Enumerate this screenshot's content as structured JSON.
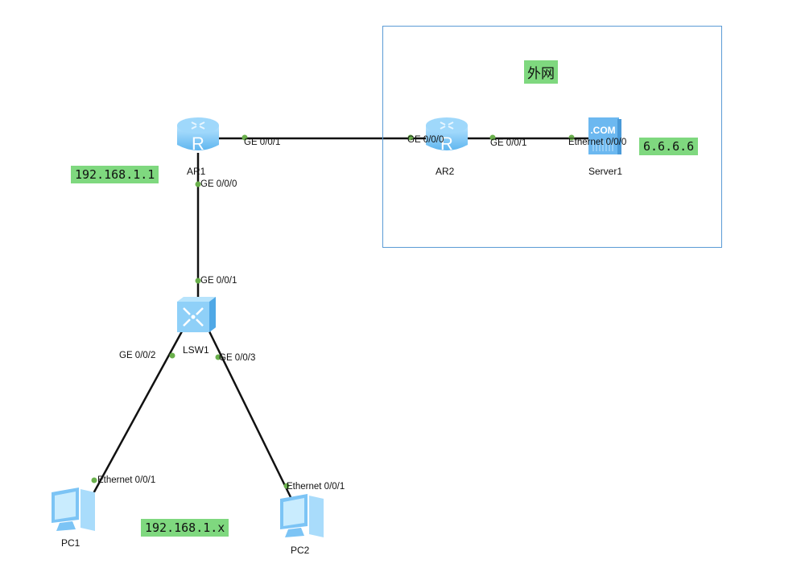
{
  "diagram": {
    "area": {
      "label": "外网",
      "border_color": "#5b9bd5"
    },
    "colors": {
      "note_bg": "#7fd87f",
      "link": "#111111",
      "port_dot": "#6ab04c",
      "device": "#7cc4f5"
    },
    "devices": [
      {
        "id": "AR1",
        "type": "router",
        "label": "AR1"
      },
      {
        "id": "AR2",
        "type": "router",
        "label": "AR2"
      },
      {
        "id": "Server1",
        "type": "server",
        "label": "Server1",
        "icon_text": ".COM"
      },
      {
        "id": "LSW1",
        "type": "switch",
        "label": "LSW1"
      },
      {
        "id": "PC1",
        "type": "pc",
        "label": "PC1"
      },
      {
        "id": "PC2",
        "type": "pc",
        "label": "PC2"
      }
    ],
    "links": [
      {
        "from": "AR1",
        "from_port": "GE 0/0/1",
        "to": "AR2",
        "to_port": "GE 0/0/0"
      },
      {
        "from": "AR2",
        "from_port": "GE 0/0/1",
        "to": "Server1",
        "to_port": "Ethernet 0/0/0"
      },
      {
        "from": "AR1",
        "from_port": "GE 0/0/0",
        "to": "LSW1",
        "to_port": "GE 0/0/1"
      },
      {
        "from": "LSW1",
        "from_port": "GE 0/0/2",
        "to": "PC1",
        "to_port": "Ethernet 0/0/1"
      },
      {
        "from": "LSW1",
        "from_port": "GE 0/0/3",
        "to": "PC2",
        "to_port": "Ethernet 0/0/1"
      }
    ],
    "notes": {
      "ar1_ip": "192.168.1.1",
      "server_ip": "6.6.6.6",
      "lan_ip": "192.168.1.x"
    }
  }
}
